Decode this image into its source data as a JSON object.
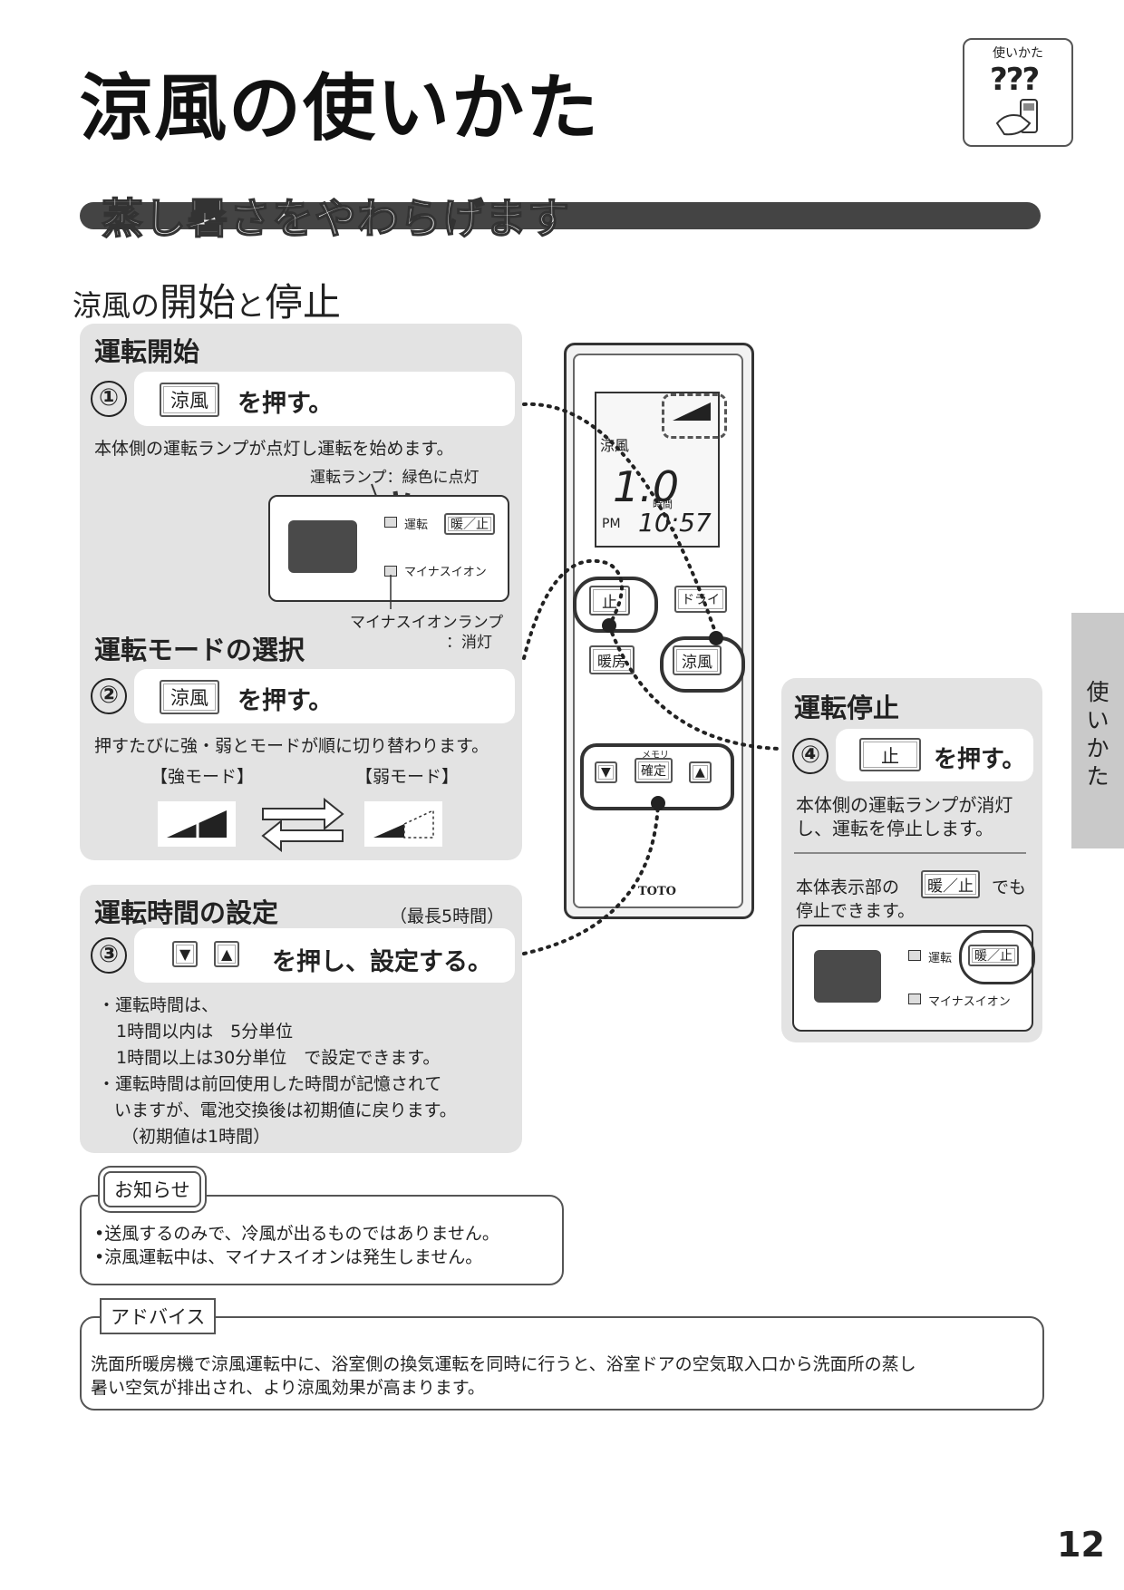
{
  "page_title": "涼風の使いかた",
  "howto_badge": {
    "label": "使いかた",
    "question": "???"
  },
  "banner": "蒸し暑さをやわらげます",
  "subheading": {
    "p1": "涼風の",
    "p2": "開始",
    "p3": "と",
    "p4": "停止"
  },
  "start": {
    "title": "運転開始",
    "step_num": "①",
    "key": "涼風",
    "action": "を押す。",
    "desc": "本体側の運転ランプが点灯し運転を始めます。",
    "lamp_label": "運転ランプ：緑色に点灯",
    "display": {
      "run_label": "運転",
      "heat_stop_key": "暖／止",
      "minus_ion_label": "マイナスイオン"
    },
    "ion_lamp_label_1": "マイナスイオンランプ",
    "ion_lamp_label_2": "：消灯"
  },
  "mode": {
    "title": "運転モードの選択",
    "step_num": "②",
    "key": "涼風",
    "action": "を押す。",
    "desc": "押すたびに強・弱とモードが順に切り替わります。",
    "strong_label": "【強モード】",
    "weak_label": "【弱モード】"
  },
  "timer": {
    "title": "運転時間の設定",
    "max_note": "（最長5時間）",
    "step_num": "③",
    "down_key": "▼",
    "up_key": "▲",
    "action": "を押し、設定する。",
    "notes": [
      "・運転時間は、",
      "1時間以内は　5分単位",
      "1時間以上は30分単位　で設定できます。",
      "・運転時間は前回使用した時間が記憶されて",
      "いますが、電池交換後は初期値に戻ります。",
      "（初期値は1時間）"
    ]
  },
  "remote": {
    "mode_label": "涼風",
    "time_value": "1.0",
    "time_unit": "時間",
    "ampm": "PM",
    "clock": "10:57",
    "btn_stop": "止",
    "btn_dry": "ドライ",
    "btn_heat": "暖房",
    "btn_cool": "涼風",
    "btn_confirm": "確定",
    "btn_confirm_top": "メモリ",
    "btn_down": "▼",
    "btn_up": "▲",
    "brand": "TOTO"
  },
  "stop": {
    "title": "運転停止",
    "step_num": "④",
    "key": "止",
    "action": "を押す。",
    "desc_1": "本体側の運転ランプが消灯",
    "desc_2": "し、運転を停止します。",
    "alt_1a": "本体表示部の",
    "alt_key": "暖／止",
    "alt_1b": "でも",
    "alt_2": "停止できます。",
    "display": {
      "run_label": "運転",
      "heat_stop_key": "暖／止",
      "minus_ion_label": "マイナスイオン"
    }
  },
  "side_tab": [
    "使",
    "い",
    "か",
    "た"
  ],
  "notice": {
    "tag": "お知らせ",
    "lines": [
      "•送風するのみで、冷風が出るものではありません。",
      "•涼風運転中は、マイナスイオンは発生しません。"
    ]
  },
  "advice": {
    "tag": "アドバイス",
    "lines": [
      "洗面所暖房機で涼風運転中に、浴室側の換気運転を同時に行うと、浴室ドアの空気取入口から洗面所の蒸し",
      "暑い空気が排出され、より涼風効果が高まります。"
    ]
  },
  "page_number": "12"
}
